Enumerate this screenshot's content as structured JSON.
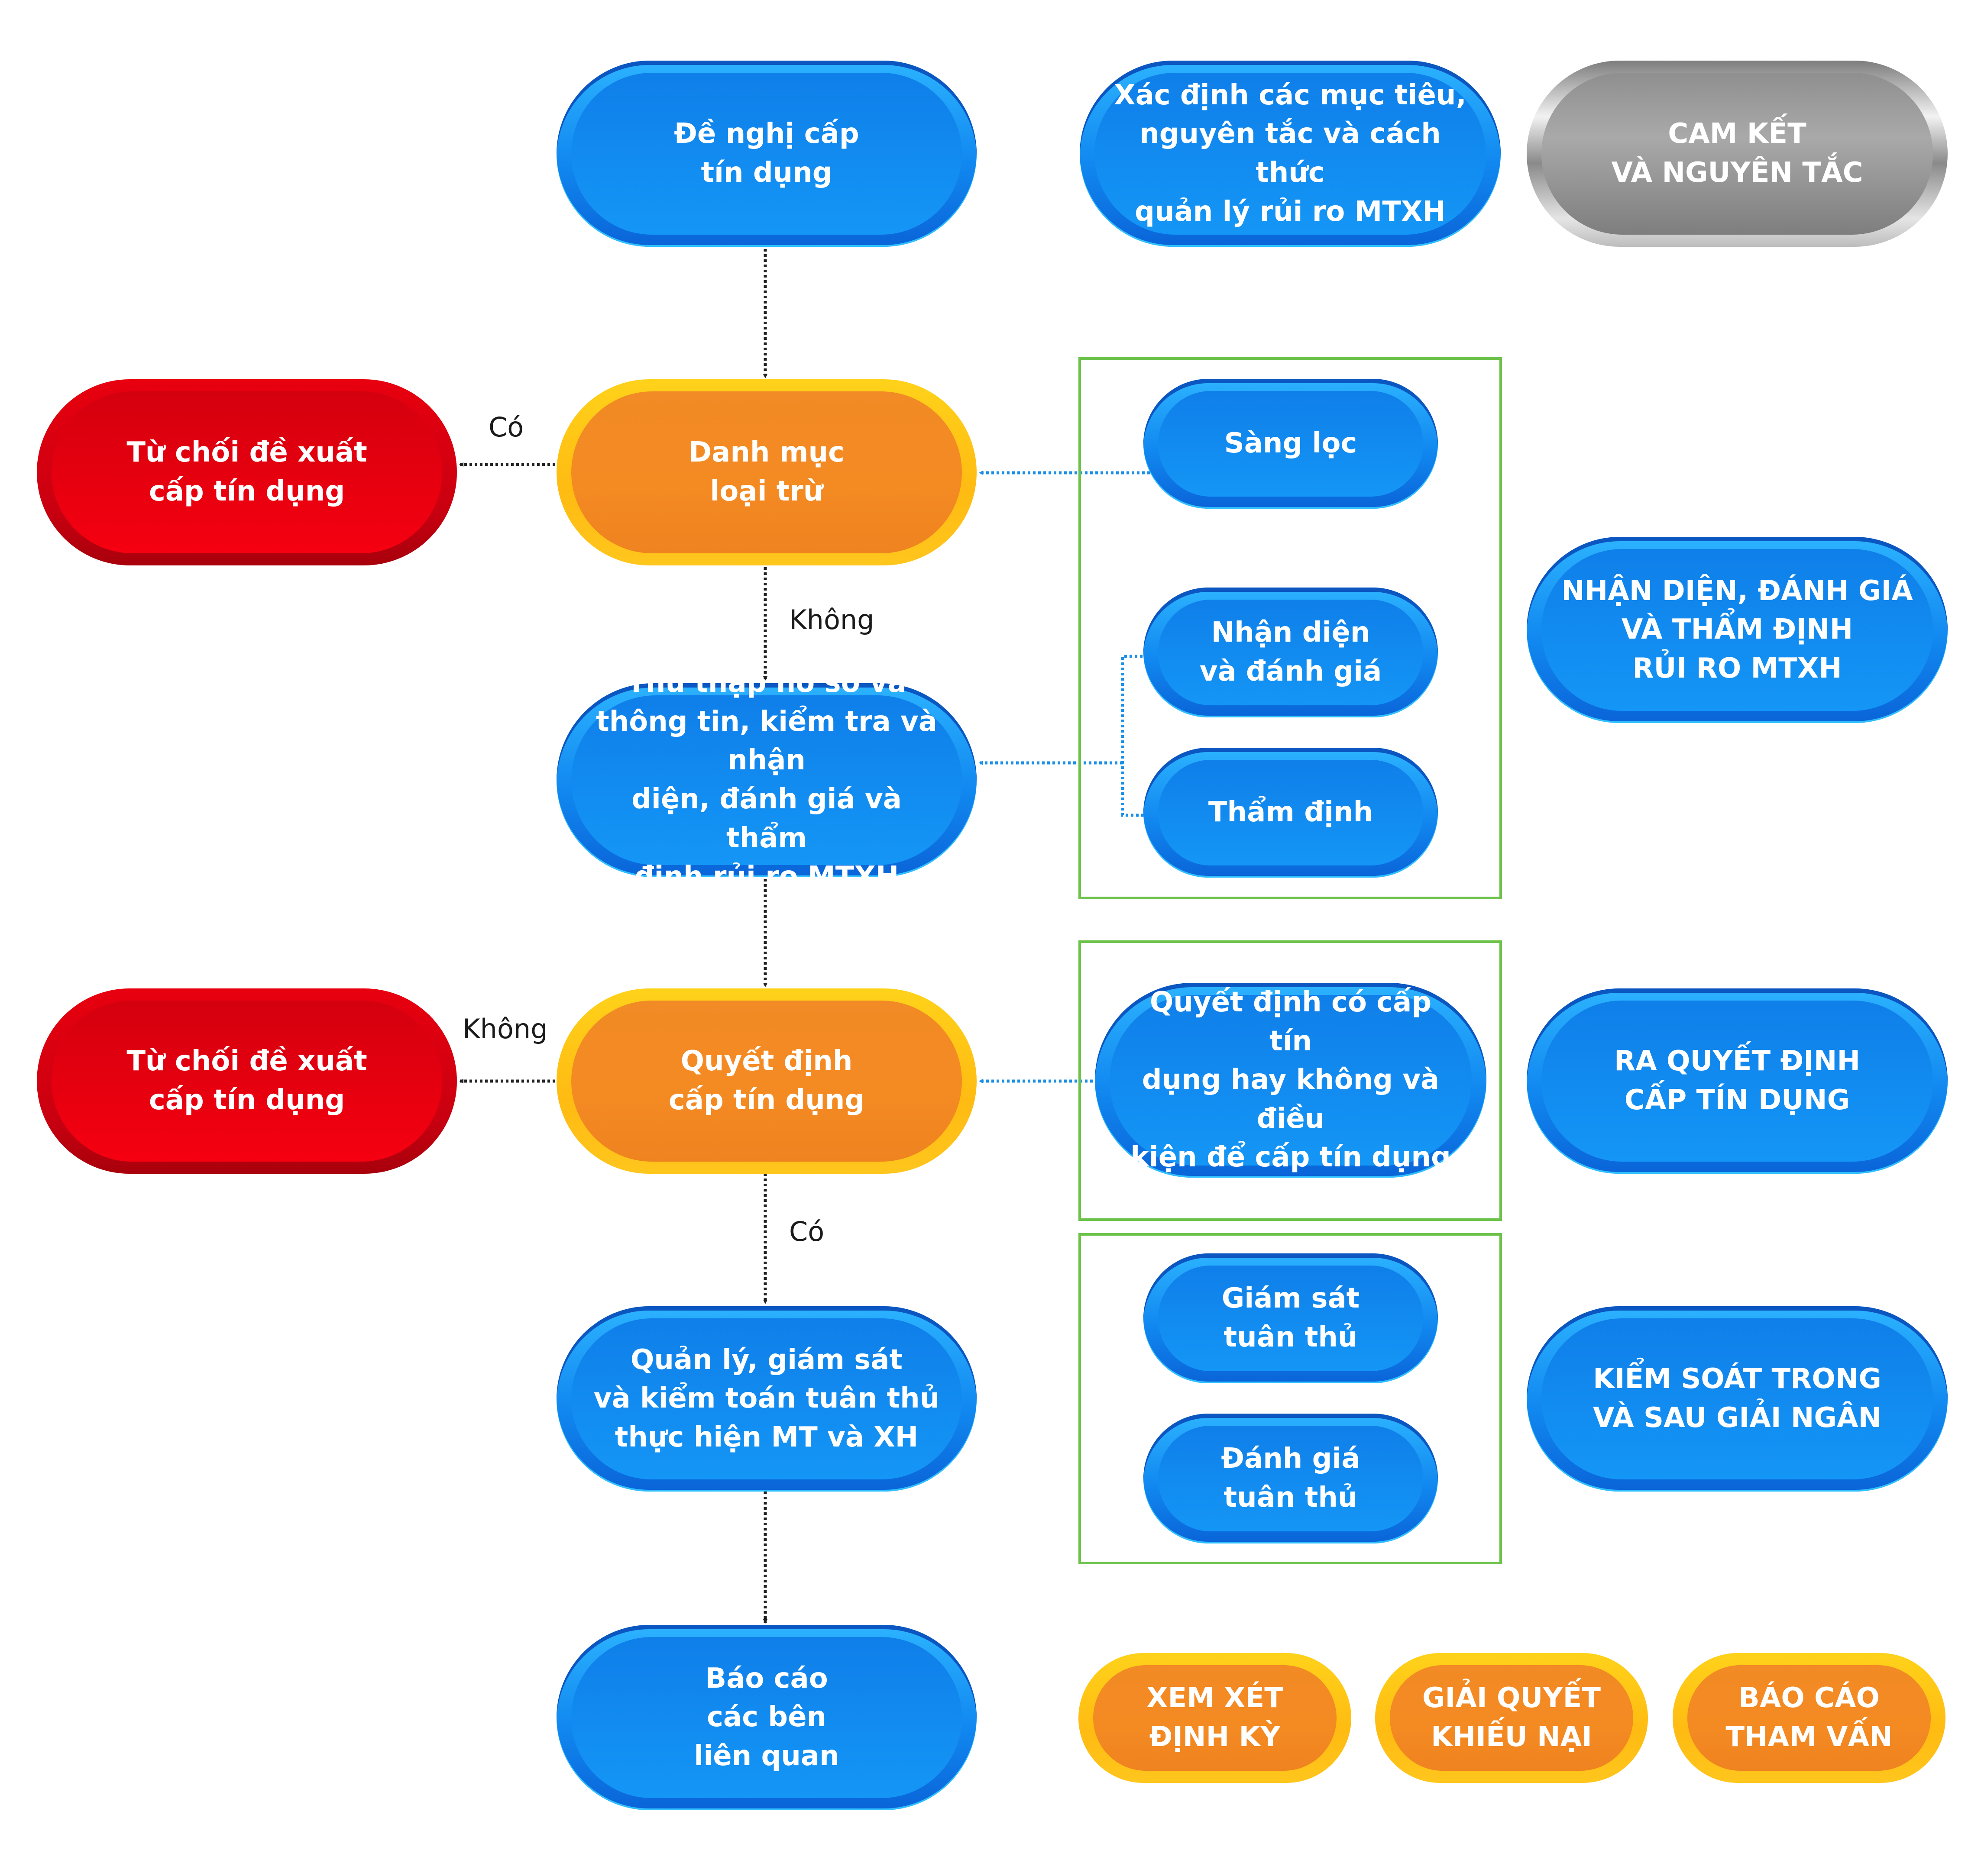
{
  "main_flow": {
    "credit_request": "Đề nghị cấp\ntín dụng",
    "exclusion_list": "Danh mục\nloại trừ",
    "collect_assess": "Thu thập hồ sơ và\nthông tin, kiểm tra và nhận\ndiện, đánh giá và thẩm\nđịnh rủi ro MTXH",
    "credit_decision": "Quyết định\ncấp tín dụng",
    "monitoring": "Quản lý, giám sát\nvà kiểm toán tuân thủ\nthực hiện MT và XH",
    "stakeholder_report": "Báo cáo\ncác bên\nliên quan"
  },
  "rejections": {
    "reject_1": "Từ chối đề xuất\ncấp tín dụng",
    "reject_2": "Từ chối đề xuất\ncấp tín dụng"
  },
  "edge_labels": {
    "exclusion_yes": "Có",
    "exclusion_no": "Không",
    "decision_no": "Không",
    "decision_yes": "Có"
  },
  "activities": {
    "define_objectives": "Xác định các mục tiêu,\nnguyên tắc và cách thức\nquản lý rủi ro MTXH",
    "screening": "Sàng lọc",
    "identify_assess": "Nhận diện\nvà đánh giá",
    "appraisal": "Thẩm định",
    "decide_conditions": "Quyết định có cấp tín\ndụng hay không và điều\nkiện để cấp tín dụng",
    "compliance_monitoring": "Giám sát\ntuân thủ",
    "compliance_assessment": "Đánh giá\ntuân thủ"
  },
  "phases": {
    "commitment": "CAM KẾT\nVÀ NGUYÊN TẮC",
    "identification": "NHẬN DIỆN, ĐÁNH GIÁ\nVÀ THẨM ĐỊNH\nRỦI RO MTXH",
    "decision": "RA QUYẾT ĐỊNH\nCẤP TÍN DỤNG",
    "control": "KIỂM SOÁT TRONG\nVÀ SAU GIẢI NGÂN"
  },
  "periodic": {
    "review": "XEM XÉT\nĐỊNH KỲ",
    "complaints": "GIẢI QUYẾT\nKHIẾU NẠI",
    "consultation": "BÁO CÁO\nTHAM VẤN"
  },
  "colors": {
    "blue": "#1496f6",
    "orange": "#f48a22",
    "orange_rim": "#ffc21a",
    "red": "#e8000f",
    "silver": "#a9a9a9",
    "frame_green": "#6cc24a",
    "arrow_dark": "#222222",
    "arrow_blue": "#1b8fe8"
  }
}
